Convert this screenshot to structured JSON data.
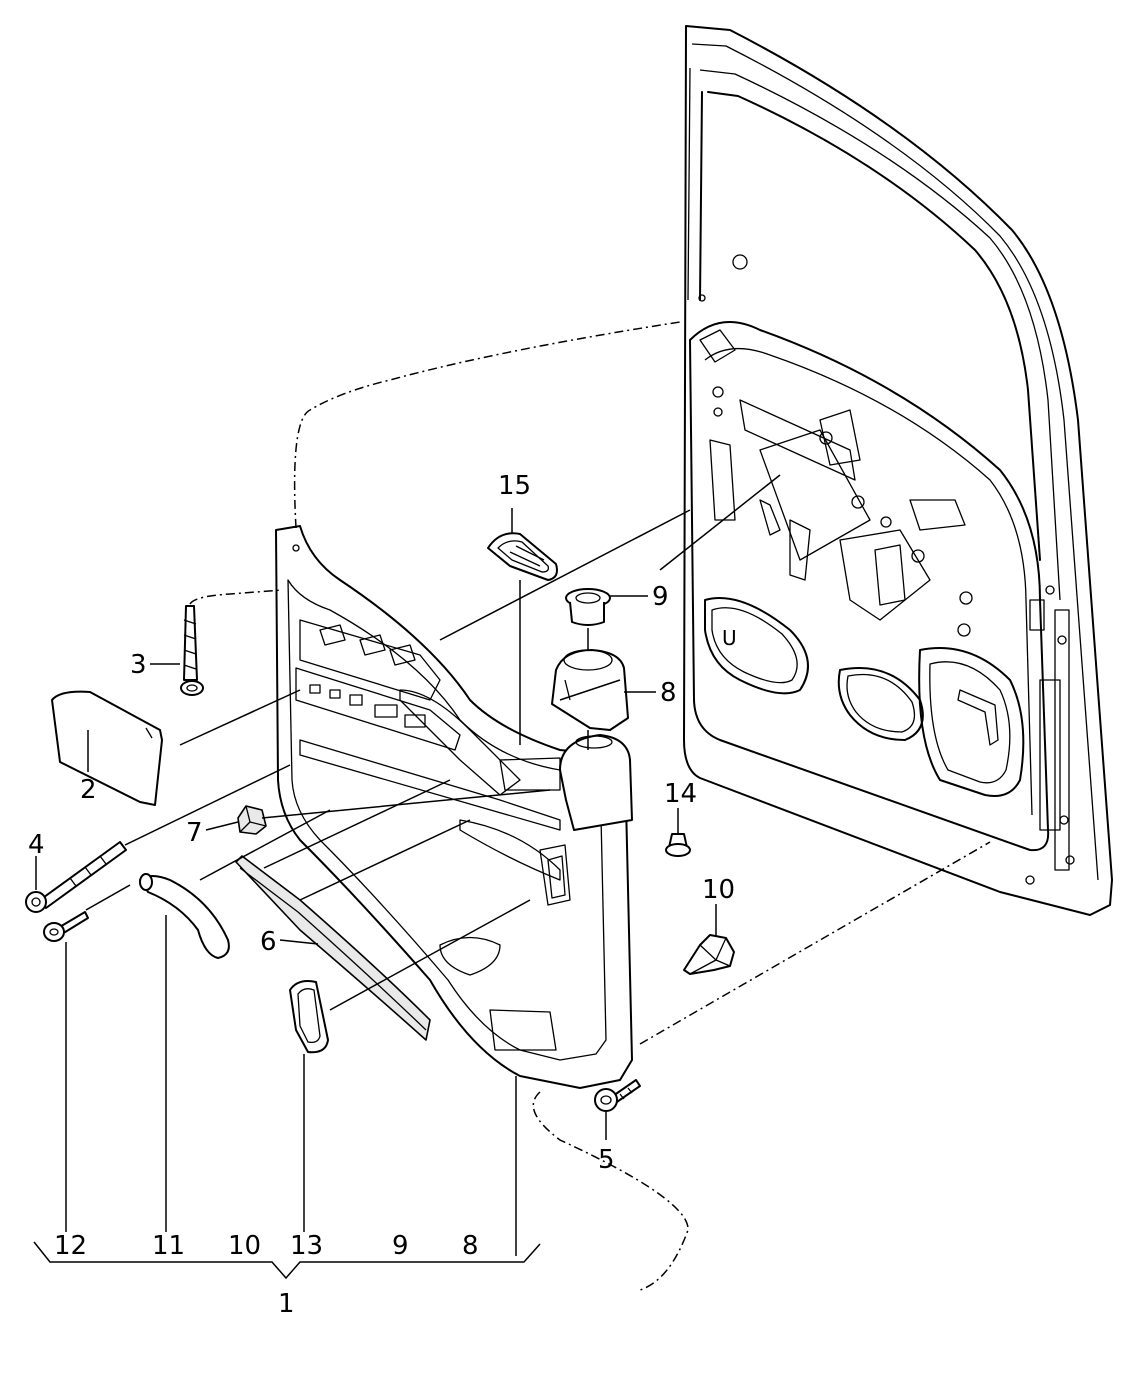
{
  "callouts": {
    "c1": "1",
    "c2": "2",
    "c3": "3",
    "c4": "4",
    "c5": "5",
    "c6": "6",
    "c7": "7",
    "c8": "8",
    "c9": "9",
    "c10": "10",
    "c11": "11",
    "c12": "12",
    "c13": "13",
    "c14": "14",
    "c15": "15"
  },
  "group_items": {
    "g12": "12",
    "g11": "11",
    "g10": "10",
    "g13": "13",
    "g9": "9",
    "g8": "8"
  },
  "icons": {
    "door_pocket_mark": "U"
  }
}
